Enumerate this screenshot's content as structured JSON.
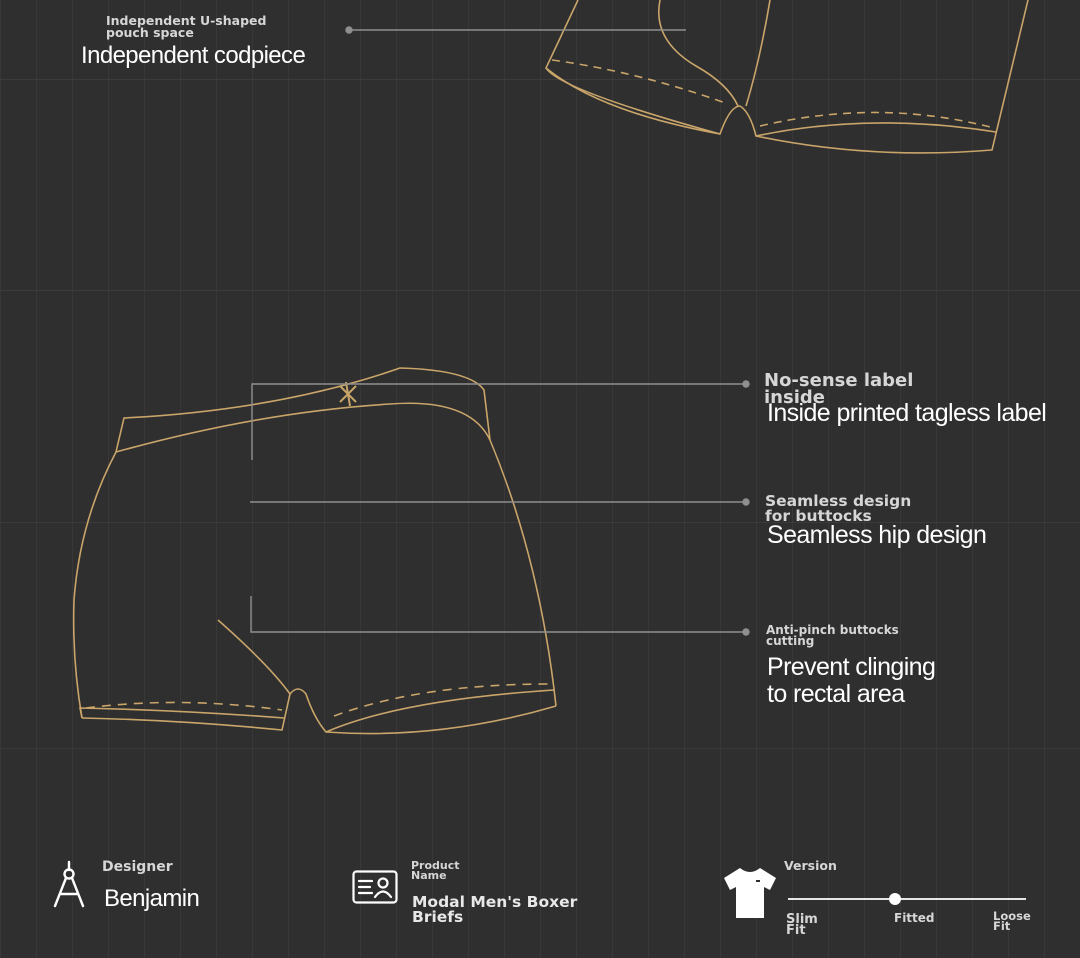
{
  "callouts": {
    "codpiece": {
      "small": "Independent U-shaped\npouch space",
      "large": "Independent codpiece"
    },
    "label": {
      "small": "No-sense label\n inside",
      "large": "Inside printed tagless label"
    },
    "hip": {
      "small": "Seamless design\n for buttocks",
      "large": "Seamless hip design"
    },
    "pinch": {
      "small": "Anti-pinch buttocks\n cutting",
      "large": "Prevent clinging\nto rectal area"
    }
  },
  "footer": {
    "designer": {
      "label": "Designer",
      "value": "Benjamin",
      "icon": "compass-icon"
    },
    "product": {
      "label": "Product\n Name",
      "value": "Modal Men's Boxer\n Briefs",
      "icon": "id-card-icon"
    },
    "version": {
      "label": "Version",
      "icon": "tshirt-icon",
      "options": [
        "Slim\n Fit",
        "Fitted",
        "Loose\n Fit"
      ],
      "selected": "Fitted",
      "selected_position": 0.5
    }
  },
  "colors": {
    "background": "#2f2f2f",
    "outline": "#c9a56a",
    "leader": "#8f8f8f"
  }
}
